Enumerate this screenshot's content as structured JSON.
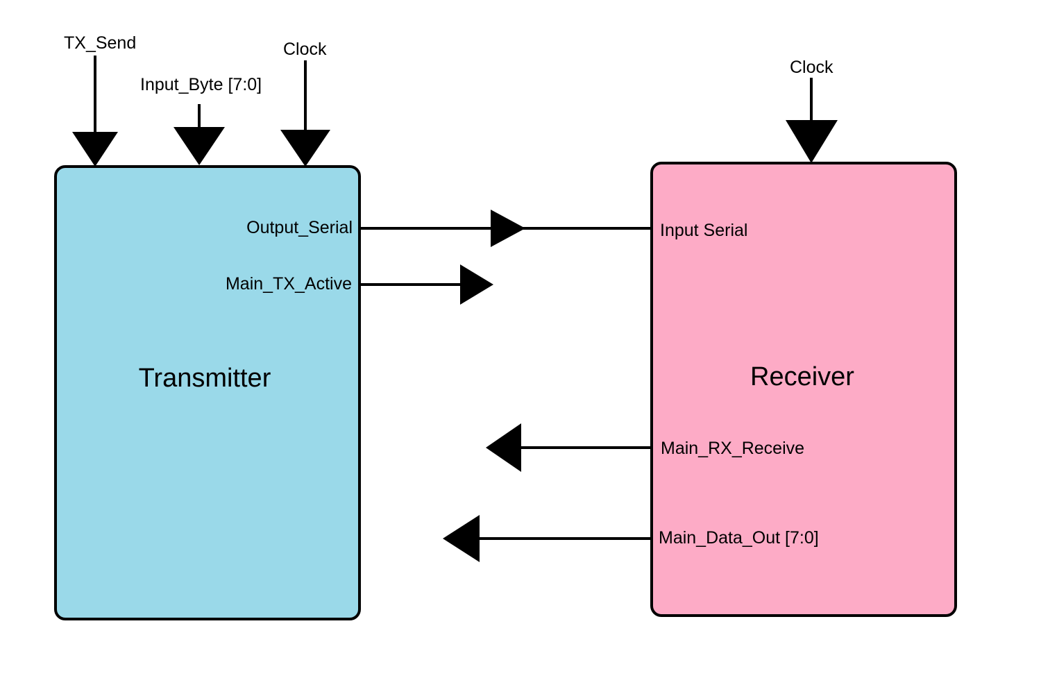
{
  "colors": {
    "transmitter_fill": "#9ad9e9",
    "receiver_fill": "#fdabc6",
    "stroke": "#000000",
    "background": "#ffffff"
  },
  "transmitter": {
    "title": "Transmitter",
    "inputs": {
      "tx_send": "TX_Send",
      "input_byte": "Input_Byte [7:0]",
      "clock": "Clock"
    },
    "outputs": {
      "output_serial": "Output_Serial",
      "main_tx_active": "Main_TX_Active"
    }
  },
  "receiver": {
    "title": "Receiver",
    "inputs": {
      "clock": "Clock",
      "input_serial": "Input Serial"
    },
    "outputs": {
      "main_rx_receive": "Main_RX_Receive",
      "main_data_out": "Main_Data_Out [7:0]"
    }
  }
}
